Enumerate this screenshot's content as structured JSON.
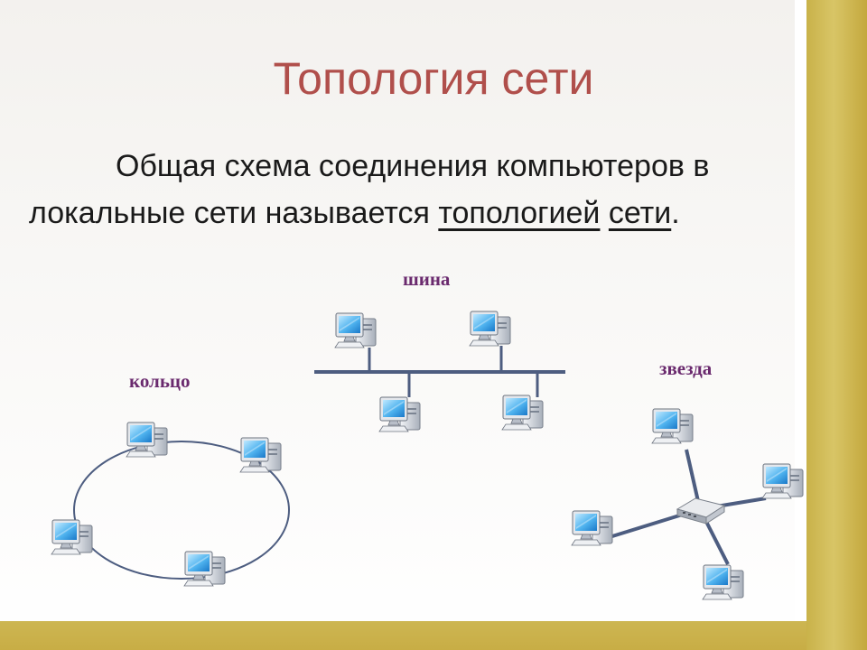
{
  "slide": {
    "title": "Топология сети",
    "body_before": "Общая схема соединения компьютеров в локальные сети называется ",
    "body_underlined_1": "топологией",
    "body_space": " ",
    "body_underlined_2": "сети",
    "body_after": "."
  },
  "diagram": {
    "labels": {
      "bus": "шина",
      "ring": "кольцо",
      "star": "звезда"
    },
    "icons": {
      "computer": "computer-icon",
      "hub": "hub-icon"
    },
    "colors": {
      "title": "#b04f4b",
      "label": "#6a2a6e",
      "line": "#4d5d80",
      "frame": "#c9b24a"
    }
  }
}
